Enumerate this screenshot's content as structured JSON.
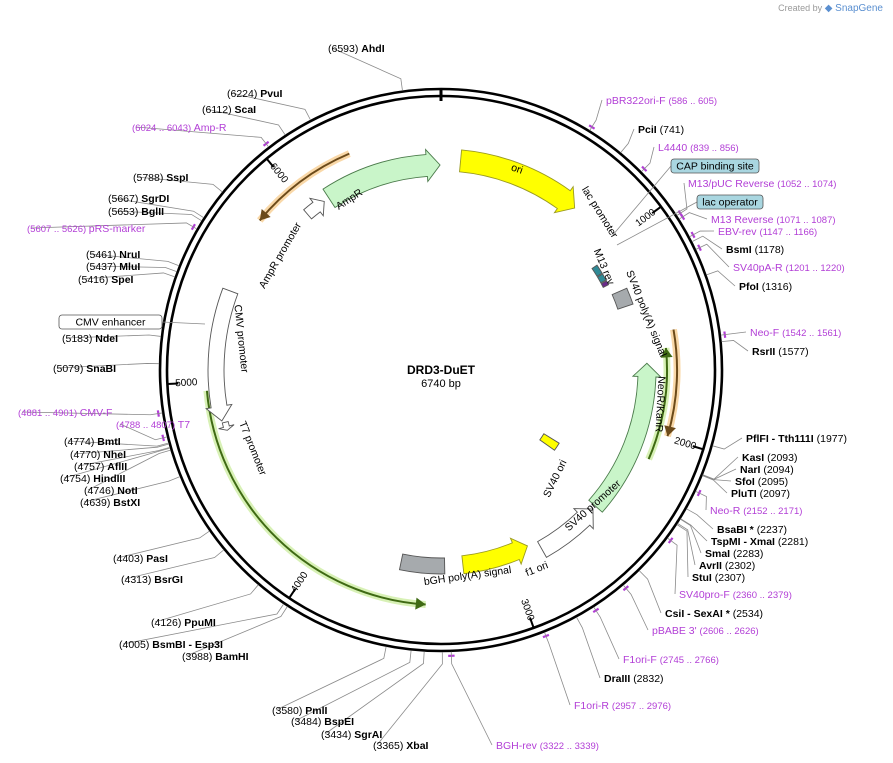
{
  "credit": {
    "prefix": "Created by",
    "brand": "SnapGene"
  },
  "plasmid": {
    "name": "DRD3-DuET",
    "length_label": "6740 bp",
    "length": 6740
  },
  "ticks": [
    {
      "pos": 1000,
      "label": "1000"
    },
    {
      "pos": 2000,
      "label": "2000"
    },
    {
      "pos": 3000,
      "label": "3000"
    },
    {
      "pos": 4000,
      "label": "4000"
    },
    {
      "pos": 5000,
      "label": "5000"
    },
    {
      "pos": 6000,
      "label": "6000"
    }
  ],
  "sites": [
    {
      "name": "AhdI",
      "pos": "(6593)",
      "at": 6593
    },
    {
      "name": "PvuI",
      "pos": "(6224)",
      "at": 6224
    },
    {
      "name": "ScaI",
      "pos": "(6112)",
      "at": 6112
    },
    {
      "name": "SspI",
      "pos": "(5788)",
      "at": 5788
    },
    {
      "name": "SgrDI",
      "pos": "(5667)",
      "at": 5667
    },
    {
      "name": "BglII",
      "pos": "(5653)",
      "at": 5653
    },
    {
      "name": "NruI",
      "pos": "(5461)",
      "at": 5461
    },
    {
      "name": "MluI",
      "pos": "(5437)",
      "at": 5437
    },
    {
      "name": "SpeI",
      "pos": "(5416)",
      "at": 5416
    },
    {
      "name": "NdeI",
      "pos": "(5183)",
      "at": 5183
    },
    {
      "name": "SnaBI",
      "pos": "(5079)",
      "at": 5079
    },
    {
      "name": "BmtI",
      "pos": "(4774)",
      "at": 4774
    },
    {
      "name": "NheI",
      "pos": "(4770)",
      "at": 4770
    },
    {
      "name": "AflII",
      "pos": "(4757)",
      "at": 4757
    },
    {
      "name": "HindIII",
      "pos": "(4754)",
      "at": 4754
    },
    {
      "name": "NotI",
      "pos": "(4746)",
      "at": 4746
    },
    {
      "name": "BstXI",
      "pos": "(4639)",
      "at": 4639
    },
    {
      "name": "PasI",
      "pos": "(4403)",
      "at": 4403
    },
    {
      "name": "BsrGI",
      "pos": "(4313)",
      "at": 4313
    },
    {
      "name": "PpuMI",
      "pos": "(4126)",
      "at": 4126
    },
    {
      "name": "BsmBI   - Esp3I",
      "pos": "(4005)",
      "at": 4005
    },
    {
      "name": "BamHI",
      "pos": "(3988)",
      "at": 3988
    },
    {
      "name": "PmlI",
      "pos": "(3580)",
      "at": 3580
    },
    {
      "name": "BspEI",
      "pos": "(3484)",
      "at": 3484
    },
    {
      "name": "SgrAI",
      "pos": "(3434)",
      "at": 3434
    },
    {
      "name": "XbaI",
      "pos": "(3365)",
      "at": 3365
    },
    {
      "name": "PciI",
      "pos": "(741)",
      "at": 741
    },
    {
      "name": "BsmI",
      "pos": "(1178)",
      "at": 1178
    },
    {
      "name": "PfoI",
      "pos": "(1316)",
      "at": 1316
    },
    {
      "name": "RsrII",
      "pos": "(1577)",
      "at": 1577
    },
    {
      "name": "PflFI   - Tth111I",
      "pos": "(1977)",
      "at": 1977
    },
    {
      "name": "KasI",
      "pos": "(2093)",
      "at": 2093
    },
    {
      "name": "NarI",
      "pos": "(2094)",
      "at": 2094
    },
    {
      "name": "SfoI",
      "pos": "(2095)",
      "at": 2095
    },
    {
      "name": "PluTI",
      "pos": "(2097)",
      "at": 2097
    },
    {
      "name": "BsaBI *",
      "pos": "(2237)",
      "at": 2237
    },
    {
      "name": "TspMI   - XmaI",
      "pos": "(2281)",
      "at": 2281
    },
    {
      "name": "SmaI",
      "pos": "(2283)",
      "at": 2283
    },
    {
      "name": "AvrII",
      "pos": "(2302)",
      "at": 2302
    },
    {
      "name": "StuI",
      "pos": "(2307)",
      "at": 2307
    },
    {
      "name": "CsiI   - SexAI *",
      "pos": "(2534)",
      "at": 2534
    },
    {
      "name": "DraIII",
      "pos": "(2832)",
      "at": 2832
    }
  ],
  "primers": [
    {
      "name": "pBR322ori-F",
      "range": "(586 .. 605)",
      "at": 596
    },
    {
      "name": "L4440",
      "range": "(839 .. 856)",
      "at": 848
    },
    {
      "name": "M13/pUC Reverse",
      "range": "(1052 .. 1074)",
      "at": 1063
    },
    {
      "name": "M13 Reverse",
      "range": "(1071 .. 1087)",
      "at": 1079
    },
    {
      "name": "EBV-rev",
      "range": "(1147 .. 1166)",
      "at": 1157
    },
    {
      "name": "SV40pA-R",
      "range": "(1201 .. 1220)",
      "at": 1211
    },
    {
      "name": "Neo-F",
      "range": "(1542 .. 1561)",
      "at": 1552
    },
    {
      "name": "Neo-R",
      "range": "(2152 .. 2171)",
      "at": 2162
    },
    {
      "name": "SV40pro-F",
      "range": "(2360 .. 2379)",
      "at": 2370
    },
    {
      "name": "pBABE 3'",
      "range": "(2606 .. 2626)",
      "at": 2616
    },
    {
      "name": "F1ori-F",
      "range": "(2745 .. 2766)",
      "at": 2756
    },
    {
      "name": "F1ori-R",
      "range": "(2957 .. 2976)",
      "at": 2967
    },
    {
      "name": "BGH-rev",
      "range": "(3322 .. 3339)",
      "at": 3331
    },
    {
      "name": "T7",
      "range": "(4788 .. 4807)",
      "at": 4798
    },
    {
      "name": "CMV-F",
      "range": "(4881 .. 4901)",
      "at": 4891
    },
    {
      "name": "pRS-marker",
      "range": "(5607 .. 5626)",
      "at": 5617
    },
    {
      "name": "Amp-R",
      "range": "(6024 .. 6043)",
      "at": 6034
    }
  ],
  "boxed_labels": [
    {
      "name": "CAP binding site",
      "style": "teal"
    },
    {
      "name": "lac operator",
      "style": "teal"
    },
    {
      "name": "CMV enhancer",
      "style": "white"
    }
  ],
  "features": [
    {
      "name": "ori",
      "color": "#ffff00"
    },
    {
      "name": "lac promoter",
      "color": "#ffffff"
    },
    {
      "name": "M13 rev",
      "color": "#ffffff"
    },
    {
      "name": "SV40 poly(A) signal",
      "color": "#a6aaad"
    },
    {
      "name": "NeoR/KanR",
      "color": "#c9f5c9"
    },
    {
      "name": "SV40 ori",
      "color": "#ffff00"
    },
    {
      "name": "SV40 promoter",
      "color": "#ffffff"
    },
    {
      "name": "f1 ori",
      "color": "#ffff00"
    },
    {
      "name": "bGH poly(A) signal",
      "color": "#a6aaad"
    },
    {
      "name": "CMV promoter",
      "color": "#ffffff"
    },
    {
      "name": "T7 promoter",
      "color": "#ffffff"
    },
    {
      "name": "AmpR promoter",
      "color": "#ffffff"
    },
    {
      "name": "AmpR",
      "color": "#c9f5c9"
    }
  ],
  "colors": {
    "primer": "#b23ed6",
    "orange_orf": "#f0a64a",
    "green_orf": "#6a9a2a",
    "teal_box": "#a9d6e0",
    "grey_feature": "#a6aaad"
  }
}
